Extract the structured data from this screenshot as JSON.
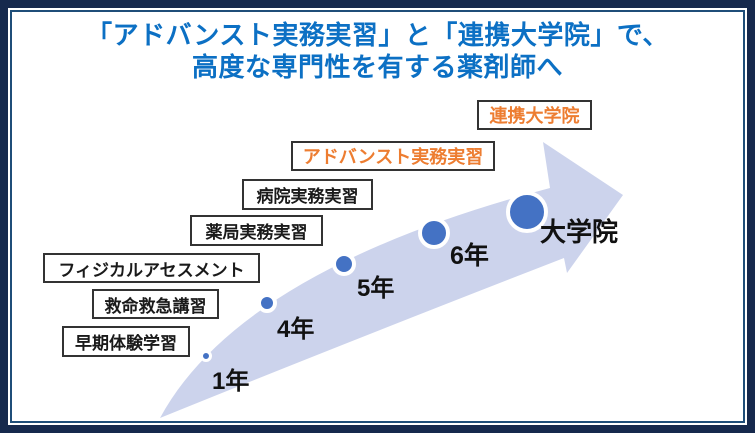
{
  "title": {
    "line1": "「アドバンスト実務実習」と「連携大学院」で、",
    "line2": "高度な専門性を有する薬剤師へ"
  },
  "milestones": [
    {
      "label": "1年"
    },
    {
      "label": "4年"
    },
    {
      "label": "5年"
    },
    {
      "label": "6年"
    },
    {
      "label": "大学院"
    }
  ],
  "program_labels": [
    {
      "text": "早期体験学習",
      "emphasis": false
    },
    {
      "text": "救命救急講習",
      "emphasis": false
    },
    {
      "text": "フィジカルアセスメント",
      "emphasis": false
    },
    {
      "text": "薬局実務実習",
      "emphasis": false
    },
    {
      "text": "病院実務実習",
      "emphasis": false
    },
    {
      "text": "アドバンスト実務実習",
      "emphasis": true
    },
    {
      "text": "連携大学院",
      "emphasis": true
    }
  ],
  "colors": {
    "title_blue": "#0c70c4",
    "accent_orange": "#ed7d31",
    "arrow_fill": "#ccd3ec",
    "dot_blue": "#4472c4",
    "frame_navy": "#16294d",
    "frame_inner_line": "#1f4e79",
    "box_border": "#333333"
  }
}
